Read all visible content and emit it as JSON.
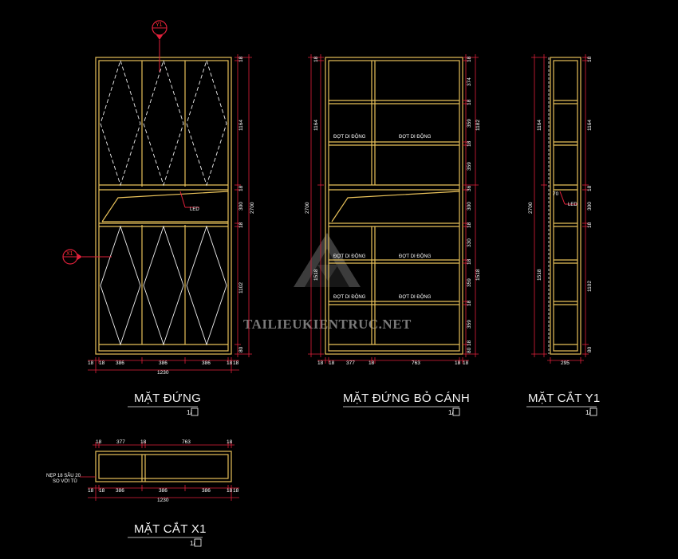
{
  "views": {
    "front": {
      "title": "MẶT ĐỨNG",
      "scale": "1/",
      "led_label": "LED",
      "bottom_dims": [
        "18",
        "18",
        "386",
        "386",
        "386",
        "18",
        "18"
      ],
      "total_width": "1230",
      "right_dims": [
        "18",
        "1164",
        "18",
        "300",
        "18",
        "1102",
        "80"
      ],
      "overall_height": "2700",
      "section_tag_top": "Y1",
      "section_tag_left": "X1"
    },
    "front_no_doors": {
      "title": "MẶT ĐỨNG BỎ CÁNH",
      "scale": "1/",
      "led_label": "LED",
      "bottom_dims": [
        "18",
        "18",
        "377",
        "18",
        "763",
        "18",
        "18"
      ],
      "left_dims": [
        "18",
        "1164",
        "2700",
        "1518"
      ],
      "right_dims": [
        "18",
        "374",
        "18",
        "359",
        "18",
        "359",
        "36",
        "300",
        "18",
        "330",
        "18",
        "359",
        "18",
        "359",
        "18",
        "80"
      ],
      "right_totals": [
        "1182",
        "1518"
      ],
      "shelf_labels": [
        "ĐỢT DI ĐỘNG",
        "ĐỢT DI ĐỘNG",
        "ĐỢT DI ĐỘNG",
        "ĐỢT DI ĐỘNG",
        "ĐỢT DI ĐỘNG",
        "ĐỢT DI ĐỘNG"
      ]
    },
    "section_y1": {
      "title": "MẶT CẮT Y1",
      "scale": "1/",
      "led_label": "LED",
      "led_dim": "70",
      "left_dims": [
        "1164",
        "2700",
        "1518"
      ],
      "right_dims": [
        "18",
        "1164",
        "18",
        "300",
        "18",
        "1102",
        "80"
      ],
      "depth": "295"
    },
    "section_x1": {
      "title": "MẶT CẮT X1",
      "scale": "1/",
      "top_dims": [
        "18",
        "377",
        "18",
        "763",
        "18"
      ],
      "bottom_dims": [
        "18",
        "18",
        "386",
        "386",
        "386",
        "18",
        "18"
      ],
      "total_width": "1230",
      "note_line1": "NẸP 18 SÂU 20",
      "note_line2": "SO VỚI TỦ"
    }
  },
  "watermark": "TAILIEUKIENTRUC.NET",
  "colors": {
    "background": "#000000",
    "outline": "#e8c15a",
    "dimension": "#e0203a",
    "text": "#ffffff",
    "dashed": "#f0f0f0"
  }
}
